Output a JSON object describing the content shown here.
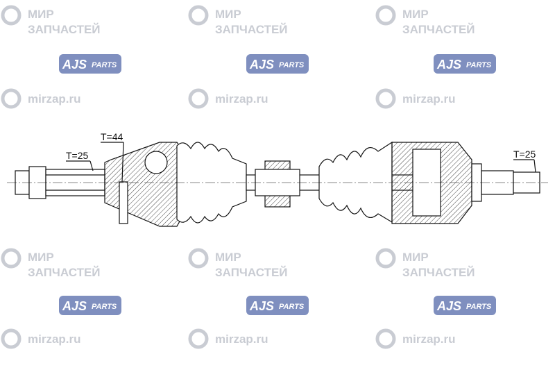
{
  "watermarks": {
    "mir_line1": "МИР",
    "mir_line2": "ЗАПЧАСТЕЙ",
    "site": "mirzap.ru",
    "brand_main": "AJS",
    "brand_sub": "PARTS"
  },
  "labels": {
    "left_spline": "T=25",
    "abs_ring": "T=44",
    "right_spline": "T=25"
  },
  "colors": {
    "brand": "#1f3a8a",
    "watermark": "#c9ccd3",
    "line": "#111111"
  }
}
